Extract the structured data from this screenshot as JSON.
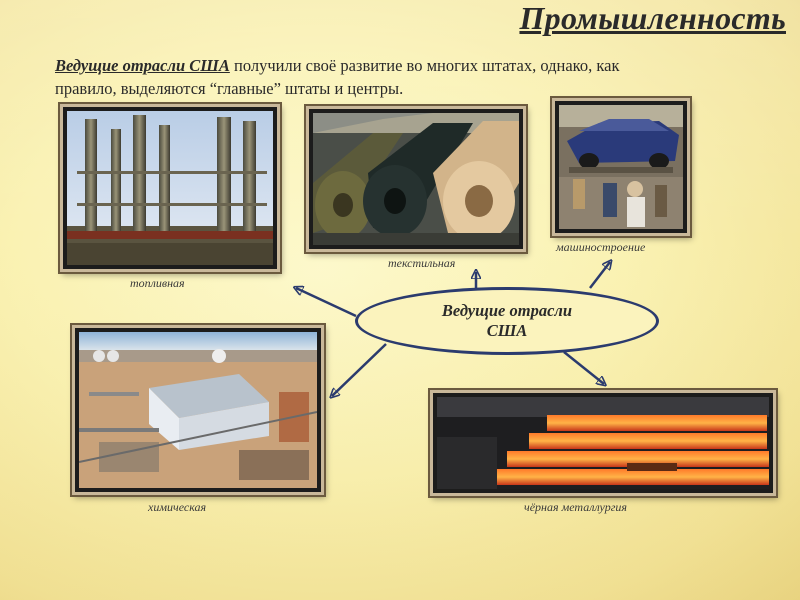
{
  "slide": {
    "title": "Промышленность",
    "intro_lead": "Ведущие отрасли США",
    "intro_rest_line1": " получили  своё развитие во многих штатах, однако, как",
    "intro_rest_line2": "правило, выделяются “главные” штаты и центры."
  },
  "hub": {
    "line1": "Ведущие отрасли",
    "line2": "США"
  },
  "industries": {
    "fuel": {
      "caption": "топливная"
    },
    "textile": {
      "caption": "текстильная"
    },
    "machine": {
      "caption": "машиностроение"
    },
    "chemical": {
      "caption": "химическая"
    },
    "metallurgy": {
      "caption": "чёрная металлургия"
    }
  },
  "colors": {
    "arrow": "#2b3b6e",
    "hub_border": "#2b3b6e",
    "background": "#faf2b3"
  }
}
